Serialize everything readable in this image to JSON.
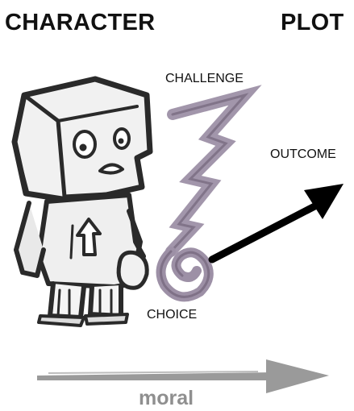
{
  "headings": {
    "character": "CHARACTER",
    "plot": "PLOT"
  },
  "labels": {
    "challenge": "CHALLENGE",
    "outcome": "OUTCOME",
    "choice": "CHOICE",
    "moral": "moral"
  },
  "colors": {
    "challenge_zigzag": "#9d90a6",
    "outcome_arrow": "#000000",
    "moral_arrow": "#9a9a9a",
    "robot_body": "#f2f2f2",
    "robot_outline": "#2a2a2a"
  },
  "icons": {
    "character": "robot-character-icon",
    "challenge": "lightning-zigzag-icon",
    "choice": "spiral-icon",
    "outcome": "arrow-up-right-icon",
    "moral": "arrow-right-icon"
  }
}
